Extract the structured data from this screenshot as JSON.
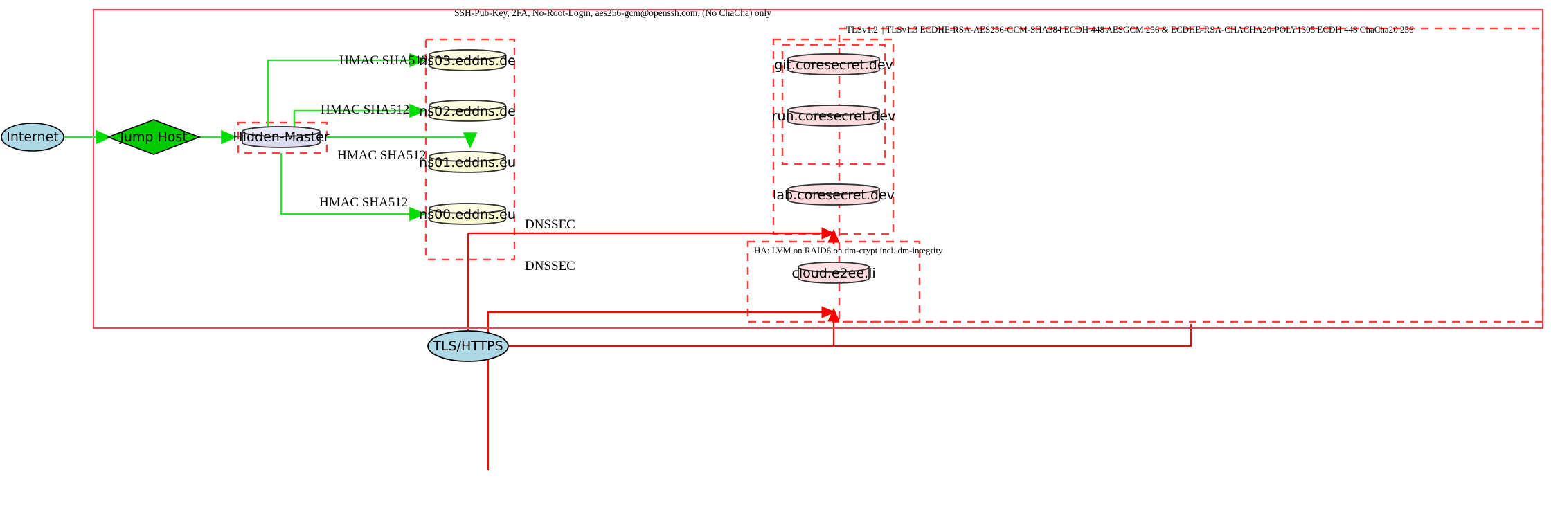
{
  "diagram": {
    "title_label": "SSH-Pub-Key, 2FA, No-Root-Login, aes256-gcm@openssh.com, (No ChaCha) only",
    "colors": {
      "cluster_border": "#ff0000",
      "outer_border": "#ee4455",
      "internet_fill": "#add8e6",
      "jumphost_fill": "#00cc00",
      "master_fill": "#dcdcf0",
      "ns_fill": "#fafad2",
      "service_fill": "#fadadd",
      "edge_green": "#33dd33",
      "edge_red": "#ff0000"
    },
    "clusters": [
      {
        "name": "ssh-cluster",
        "label": "SSH-Pub-Key, 2FA, No-Root-Login, aes256-gcm@openssh.com, (No ChaCha) only"
      },
      {
        "name": "tls-cluster",
        "label": "TLSv1.2 || TLSv1.3 ECDHE-RSA-AES256-GCM-SHA384 ECDH 448 AESGCM 256 & ECDHE-RSA-CHACHA20-POLY1305 ECDH 448 ChaCha20 256"
      },
      {
        "name": "ha-cluster",
        "label": "HA: LVM on RAID6 on dm-crypt incl. dm-integrity"
      },
      {
        "name": "hidden-master-cluster",
        "label": ""
      },
      {
        "name": "nameserver-cluster",
        "label": ""
      },
      {
        "name": "coresecret-cluster",
        "label": ""
      },
      {
        "name": "coresecret-inner-cluster",
        "label": ""
      }
    ],
    "nodes": {
      "internet": "Internet",
      "jump_host": "Jump Host",
      "hidden_master": "Hidden-Master",
      "ns03": "ns03.eddns.de",
      "ns02": "ns02.eddns.de",
      "ns01": "ns01.eddns.eu",
      "ns00": "ns00.eddns.eu",
      "git": "git.coresecret.dev",
      "run": "run.coresecret.dev",
      "lab": "lab.coresecret.dev",
      "cloud": "cloud.e2ee.li",
      "tls_https": "TLS/HTTPS"
    },
    "edge_labels": {
      "hmac_ns03": "HMAC SHA512",
      "hmac_ns02": "HMAC SHA512",
      "hmac_ns01": "HMAC SHA512",
      "hmac_ns00": "HMAC SHA512",
      "dnssec_upper": "DNSSEC",
      "dnssec_lower": "DNSSEC"
    }
  }
}
